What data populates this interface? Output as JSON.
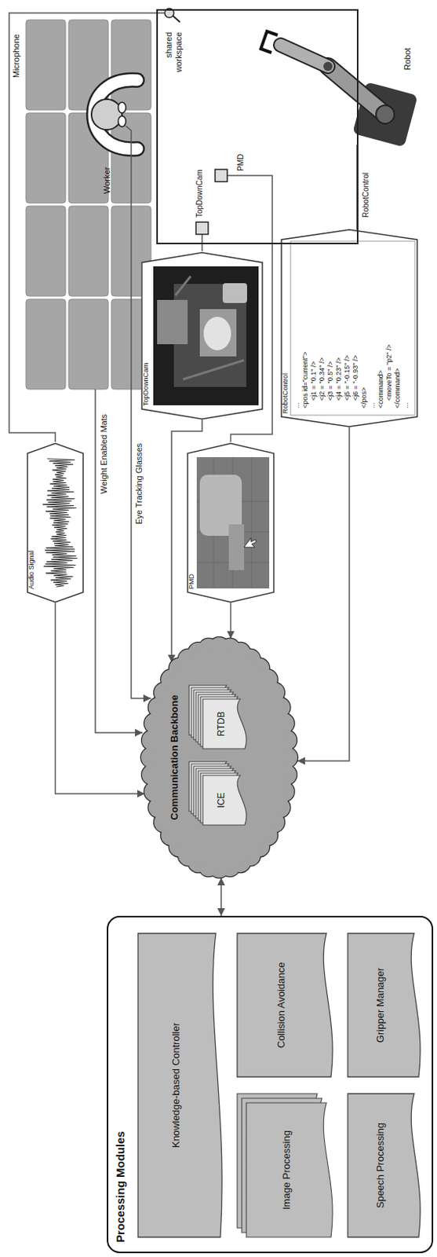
{
  "diagram": {
    "nodes": [
      {
        "text": [
          "Processing Modules"
        ]
      },
      {
        "text": [
          "Knowledge-based Controller"
        ],
        "in": 0
      },
      {
        "text": [
          "Image Processing"
        ],
        "in": 0
      },
      {
        "text": [
          "Collision Avoidance"
        ],
        "in": 0
      },
      {
        "text": [
          "Speech Processing"
        ],
        "in": 0
      },
      {
        "text": [
          "Gripper Manager"
        ],
        "in": 0
      },
      {
        "text": [
          "Communication Backbone"
        ]
      },
      {
        "text": [
          "ICE"
        ],
        "in": 6
      },
      {
        "text": [
          "RTDB"
        ],
        "in": 6
      },
      {
        "text": [
          "Audio Signal"
        ]
      },
      {
        "text": [
          "TopDownCam"
        ]
      },
      {
        "text": [
          "PMD"
        ]
      },
      {
        "text": [
          "RobotControl",
          "...",
          "<pos id=\"current\">",
          "<j1 = \"0.1\" />",
          "<j2 = \"0.34\" />",
          "<j3 = \"0.5\" />",
          "<j4 = \"0.23\" />",
          "<j5 = \"-0.15\" />",
          "<j6 = \"-0.93\" />",
          "</pos>",
          "...",
          "<command>",
          "<moveTo = \"p2\" />",
          "</command>",
          "..."
        ]
      },
      {
        "text": [
          "shared workspace"
        ]
      }
    ],
    "edges": [
      {
        "from": 0,
        "to": 6,
        "arrow": "both"
      },
      {
        "from": 9,
        "to": 6,
        "arrow": "to"
      },
      {
        "from": 10,
        "to": 6,
        "arrow": "to"
      },
      {
        "from": 11,
        "to": 6,
        "arrow": "to"
      },
      {
        "from": 12,
        "to": 6,
        "arrow": "to"
      }
    ],
    "labels": [
      "Microphone",
      "Weight Enabled Mats",
      "Eye Tracking Glasses",
      "Worker",
      "TopDownCam",
      "PMD",
      "Robot",
      "RobotControl"
    ]
  }
}
